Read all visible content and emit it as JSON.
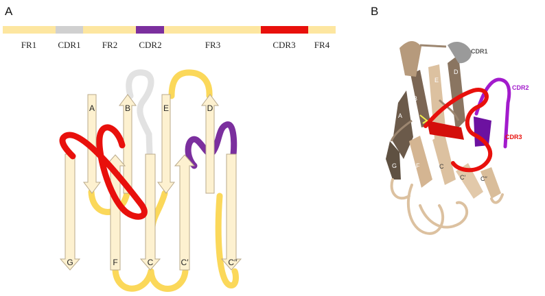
{
  "panels": {
    "a": "A",
    "b": "B"
  },
  "colors": {
    "framework": "#fde6a0",
    "cdr1": "#d0d0d0",
    "cdr2": "#7b2f9e",
    "cdr3": "#e8100c",
    "strand_fill": "#fdf1d0",
    "strand_edge": "#b9a98a",
    "loop": "#fbd85a",
    "ribbon_light": "#dcc1a0",
    "ribbon_dark": "#6b5a4a"
  },
  "domain_bar": {
    "segments": [
      {
        "id": "fr1",
        "label": "FR1"
      },
      {
        "id": "cdr1",
        "label": "CDR1"
      },
      {
        "id": "fr2",
        "label": "FR2"
      },
      {
        "id": "cdr2",
        "label": "CDR2"
      },
      {
        "id": "fr3",
        "label": "FR3"
      },
      {
        "id": "cdr3",
        "label": "CDR3"
      },
      {
        "id": "fr4",
        "label": "FR4"
      }
    ]
  },
  "topology": {
    "strands": [
      {
        "id": "A",
        "label": "A",
        "direction": "down"
      },
      {
        "id": "B",
        "label": "B",
        "direction": "up"
      },
      {
        "id": "E",
        "label": "E",
        "direction": "down"
      },
      {
        "id": "D",
        "label": "D",
        "direction": "up"
      },
      {
        "id": "G",
        "label": "G",
        "direction": "down"
      },
      {
        "id": "F",
        "label": "F",
        "direction": "up"
      },
      {
        "id": "C",
        "label": "C",
        "direction": "down"
      },
      {
        "id": "C1",
        "label": "C′",
        "direction": "up"
      },
      {
        "id": "C2",
        "label": "C′′",
        "direction": "down"
      }
    ]
  },
  "structure": {
    "strand_labels": {
      "A": "A",
      "B": "B",
      "C": "C",
      "C1": "C′",
      "C2": "C′′",
      "D": "D",
      "E": "E",
      "F": "F",
      "G": "G"
    },
    "cdr_tags": {
      "cdr1": "CDR1",
      "cdr2": "CDR2",
      "cdr3": "CDR3"
    }
  }
}
